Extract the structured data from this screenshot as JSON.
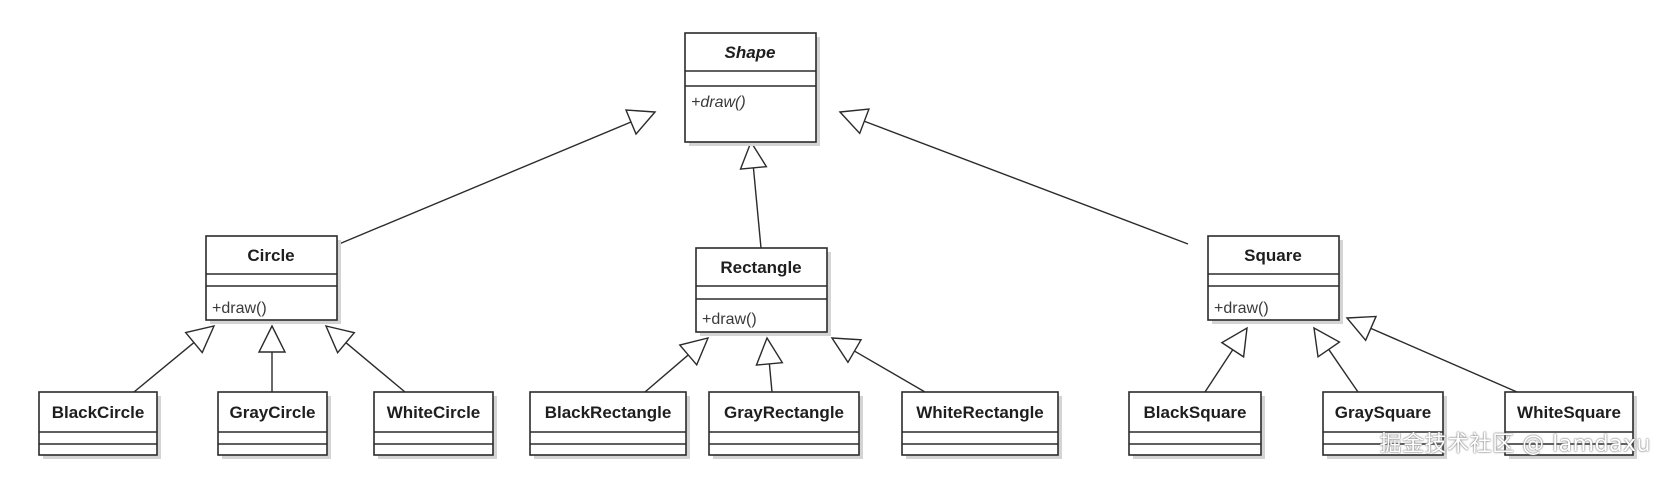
{
  "classes": {
    "shape": {
      "name": "Shape",
      "operation": "+draw()",
      "abstract": true
    },
    "circle": {
      "name": "Circle",
      "operation": "+draw()"
    },
    "rectangle": {
      "name": "Rectangle",
      "operation": "+draw()"
    },
    "square": {
      "name": "Square",
      "operation": "+draw()"
    },
    "black_circle": {
      "name": "BlackCircle"
    },
    "gray_circle": {
      "name": "GrayCircle"
    },
    "white_circle": {
      "name": "WhiteCircle"
    },
    "black_rectangle": {
      "name": "BlackRectangle"
    },
    "gray_rectangle": {
      "name": "GrayRectangle"
    },
    "white_rectangle": {
      "name": "WhiteRectangle"
    },
    "black_square": {
      "name": "BlackSquare"
    },
    "gray_square": {
      "name": "GraySquare"
    },
    "white_square": {
      "name": "WhiteSquare"
    }
  },
  "generalizations": [
    [
      "circle",
      "shape"
    ],
    [
      "rectangle",
      "shape"
    ],
    [
      "square",
      "shape"
    ],
    [
      "black_circle",
      "circle"
    ],
    [
      "gray_circle",
      "circle"
    ],
    [
      "white_circle",
      "circle"
    ],
    [
      "black_rectangle",
      "rectangle"
    ],
    [
      "gray_rectangle",
      "rectangle"
    ],
    [
      "white_rectangle",
      "rectangle"
    ],
    [
      "black_square",
      "square"
    ],
    [
      "gray_square",
      "square"
    ],
    [
      "white_square",
      "square"
    ]
  ],
  "watermark": "掘金技术社区 @ lamdaxu"
}
